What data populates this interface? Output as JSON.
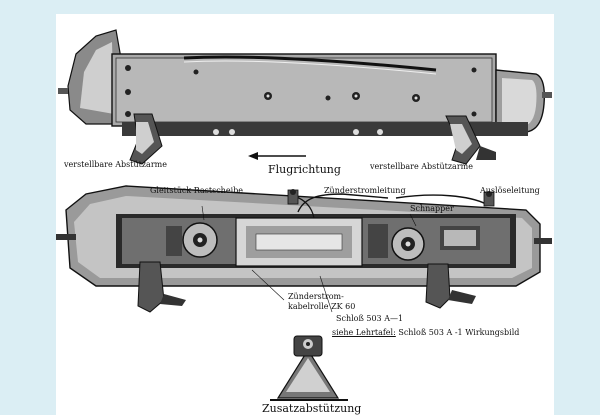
{
  "labels": {
    "verstellbare_left": "verstellbare Abstützarme",
    "verstellbare_right": "verstellbare Abstützarme",
    "flugrichtung": "Flugrichtung",
    "gleitstueck": "Gleitstück Rastscheibe",
    "zuenderstromleitung": "Zünderstromleitung",
    "ausloeseleitung": "Auslöseleitung",
    "schnapper": "Schnapper",
    "zuenderstrom_kabelrolle_1": "Zünderstrom-",
    "zuenderstrom_kabelrolle_2": "kabelrolle ZK 60",
    "schloss": "Schloß 503 A—1",
    "siehe_prefix": "siehe Lehrtafel:",
    "siehe_rest": "Schloß 503 A -1 Wirkungsbild",
    "zusatzabstuetzung": "Zusatzabstützung"
  },
  "colors": {
    "page_background": "#dbeef4",
    "sheet": "#ffffff",
    "ink": "#111111",
    "shade": "#2a2a2a",
    "mid": "#6f6f6f",
    "light": "#bdbdbd"
  }
}
